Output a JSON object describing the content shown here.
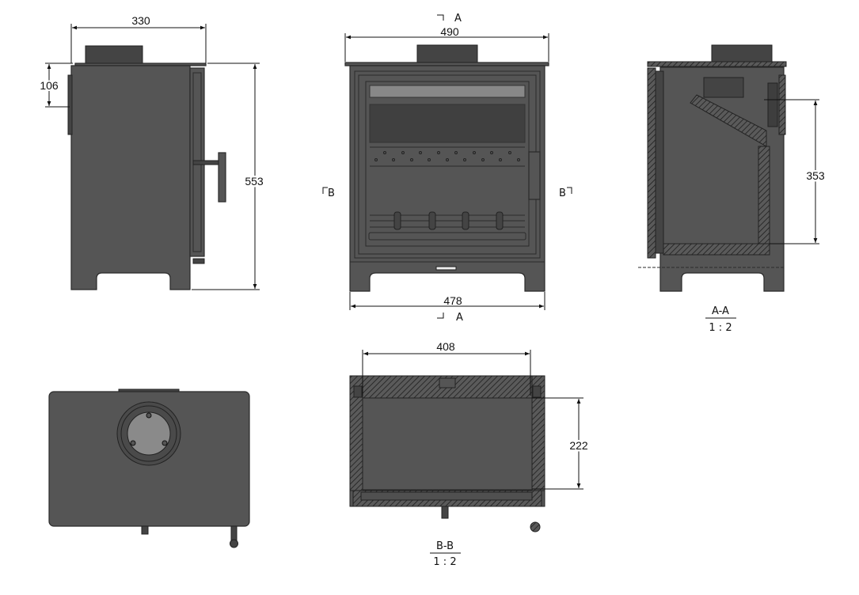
{
  "drawing": {
    "side_view": {
      "width_dim": "330",
      "flue_height_dim": "106",
      "height_dim": "553"
    },
    "front_view": {
      "top_width_dim": "490",
      "base_width_dim": "478",
      "section_a_top": "A",
      "section_a_bottom": "A",
      "section_b_left": "B",
      "section_b_right": "B"
    },
    "section_aa": {
      "height_dim": "353",
      "title": "A-A",
      "scale": "1 : 2"
    },
    "section_bb": {
      "width_dim": "408",
      "depth_dim": "222",
      "title": "B-B",
      "scale": "1 : 2"
    },
    "colors": {
      "body": "#555555",
      "outline": "#2a2a2a",
      "dimension": "#111111"
    }
  }
}
